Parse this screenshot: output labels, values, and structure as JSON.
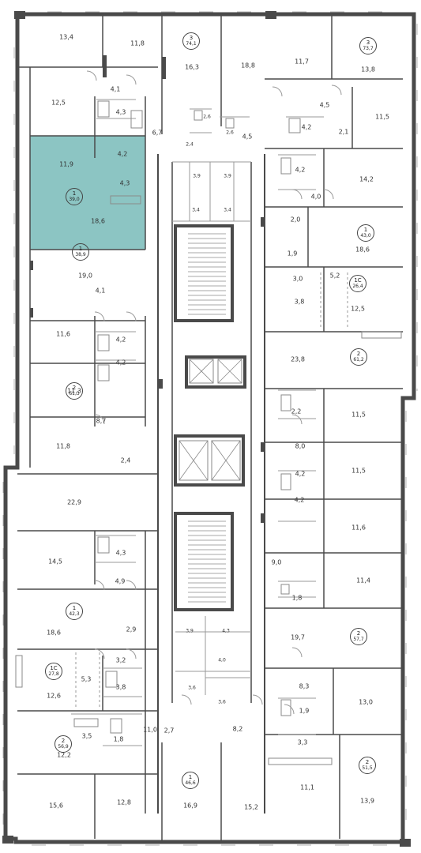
{
  "colors": {
    "wall": "#4a4a4a",
    "thin": "#9a9a9a",
    "window": "#b5b5b5",
    "highlight": "#7fbfbc",
    "fixture": "#8a8a8a",
    "text": "#333333"
  },
  "apartments": [
    {
      "id": "a01",
      "type": "3",
      "area": "74,1"
    },
    {
      "id": "a02",
      "type": "3",
      "area": "73,7"
    },
    {
      "id": "a03",
      "type": "1",
      "area": "39,0"
    },
    {
      "id": "a04",
      "type": "1",
      "area": "43,0"
    },
    {
      "id": "a05",
      "type": "1",
      "area": "38,9"
    },
    {
      "id": "a06",
      "type": "1С",
      "area": "26,4"
    },
    {
      "id": "a07",
      "type": "2",
      "area": "61,2"
    },
    {
      "id": "a08",
      "type": "2",
      "area": "61,3"
    },
    {
      "id": "a09",
      "type": "1",
      "area": "42,3"
    },
    {
      "id": "a10",
      "type": "2",
      "area": "57,7"
    },
    {
      "id": "a11",
      "type": "1С",
      "area": "27,8"
    },
    {
      "id": "a12",
      "type": "2",
      "area": "56,9"
    },
    {
      "id": "a13",
      "type": "1",
      "area": "46,6"
    },
    {
      "id": "a14",
      "type": "2",
      "area": "51,5"
    }
  ],
  "rooms": [
    "13,4",
    "11,8",
    "16,3",
    "18,8",
    "11,7",
    "13,8",
    "4,1",
    "12,5",
    "4,3",
    "6,7",
    "2,6",
    "2,6",
    "4,5",
    "4,5",
    "4,2",
    "2,1",
    "11,5",
    "2,4",
    "11,9",
    "4,2",
    "4,2",
    "3,9",
    "3,9",
    "14,2",
    "4,3",
    "4,0",
    "3,4",
    "3,4",
    "18,6",
    "2,0",
    "18,6",
    "1,9",
    "19,0",
    "3,0",
    "5,2",
    "3,8",
    "12,5",
    "4,1",
    "4,2",
    "23,8",
    "11,6",
    "4,2",
    "11,3",
    "2,2",
    "11,5",
    "8,7",
    "8,0",
    "11,8",
    "2,4",
    "4,2",
    "11,5",
    "22,9",
    "4,2",
    "11,6",
    "14,5",
    "4,3",
    "9,0",
    "4,9",
    "11,4",
    "1,8",
    "18,6",
    "2,9",
    "19,7",
    "3,9",
    "4,3",
    "4,0",
    "3,2",
    "5,3",
    "3,8",
    "12,6",
    "3,6",
    "3,6",
    "8,3",
    "13,0",
    "1,9",
    "11,0",
    "3,5",
    "1,8",
    "2,7",
    "8,2",
    "3,3",
    "12,2",
    "11,1",
    "13,9",
    "15,6",
    "12,8",
    "16,9",
    "15,2"
  ]
}
